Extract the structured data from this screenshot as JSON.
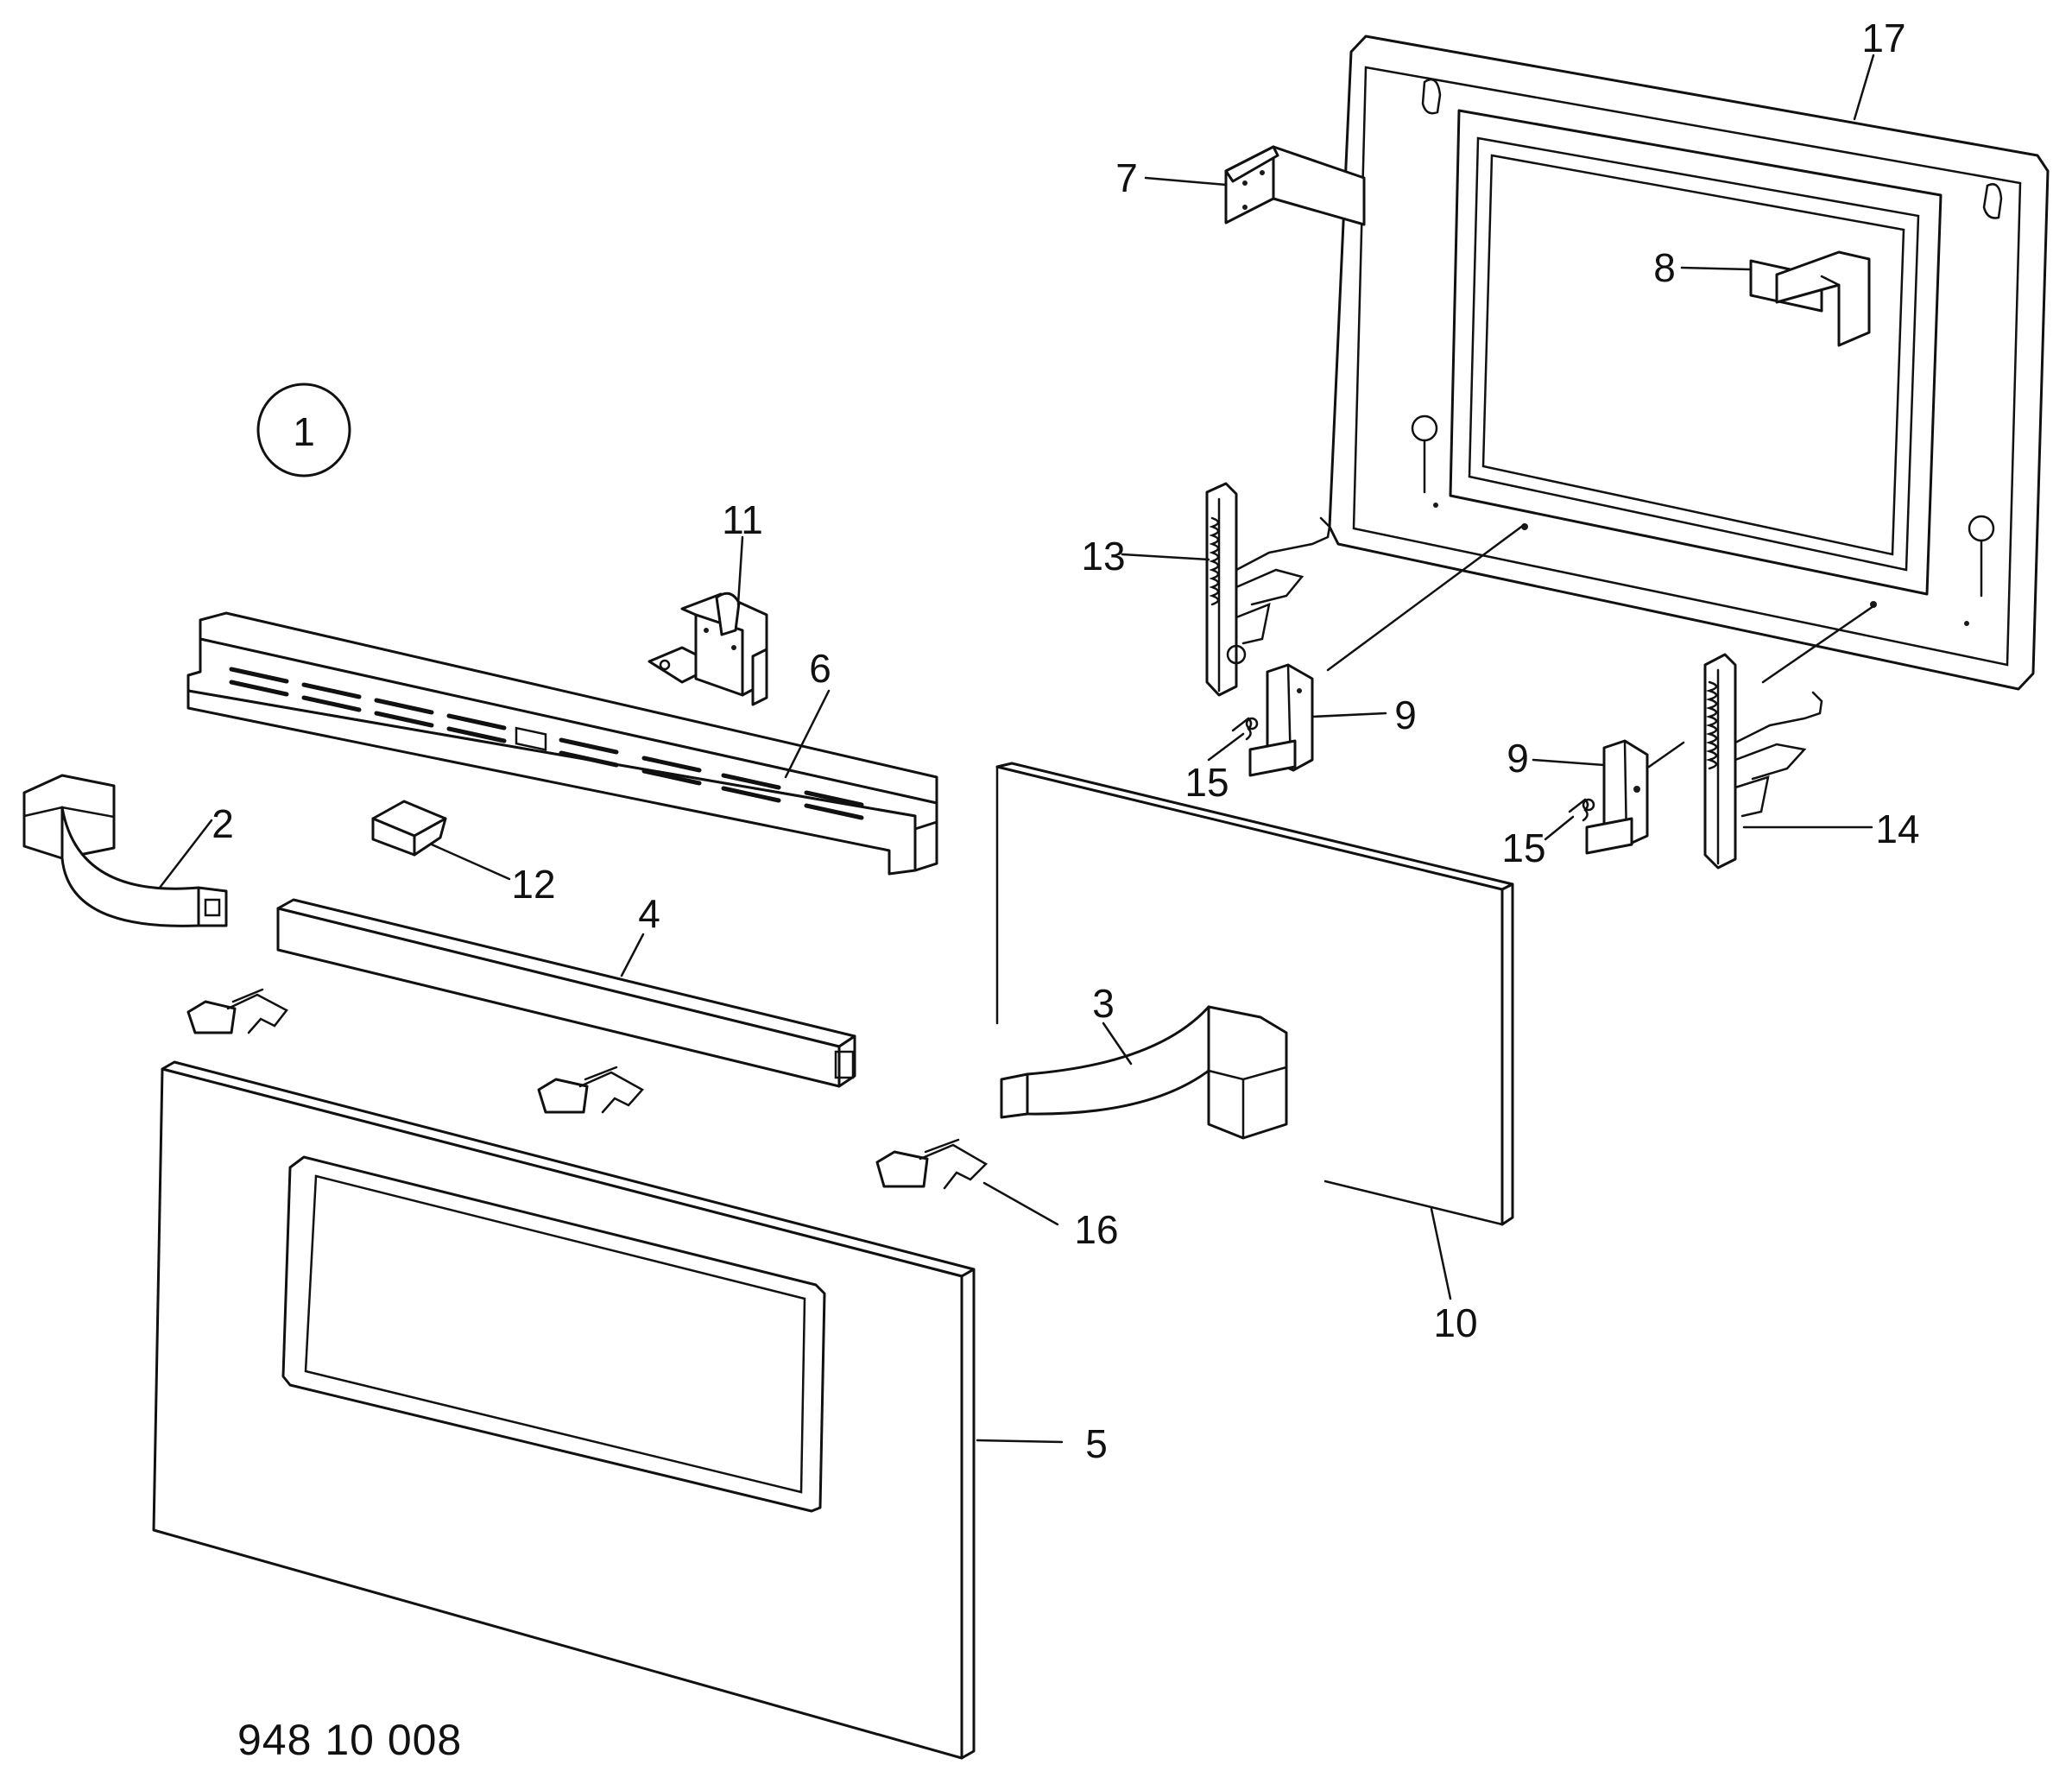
{
  "figure": {
    "sheet_number": "1",
    "drawing_code": "948 10 008"
  },
  "callouts": {
    "c2": "2",
    "c3": "3",
    "c4": "4",
    "c5": "5",
    "c6": "6",
    "c7": "7",
    "c8": "8",
    "c9a": "9",
    "c9b": "9",
    "c10": "10",
    "c11": "11",
    "c12": "12",
    "c13": "13",
    "c14": "14",
    "c15a": "15",
    "c15b": "15",
    "c16": "16",
    "c17": "17"
  }
}
